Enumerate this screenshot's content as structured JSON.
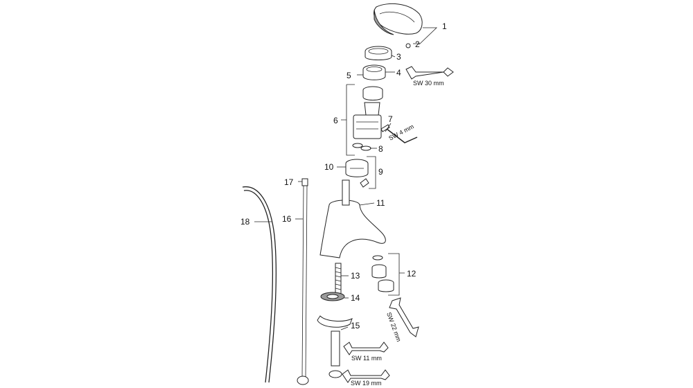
{
  "callouts": {
    "n1": "1",
    "n2": "2",
    "n3": "3",
    "n4": "4",
    "n5": "5",
    "n6": "6",
    "n7": "7",
    "n8": "8",
    "n9": "9",
    "n10": "10",
    "n11": "11",
    "n12": "12",
    "n13": "13",
    "n14": "14",
    "n15": "15",
    "n16": "16",
    "n17": "17",
    "n18": "18"
  },
  "tools": {
    "sw30": "SW 30 mm",
    "sw4": "SW 4 mm",
    "sw22": "SW 22 mm",
    "sw11": "SW 11 mm",
    "sw19": "SW 19 mm"
  }
}
